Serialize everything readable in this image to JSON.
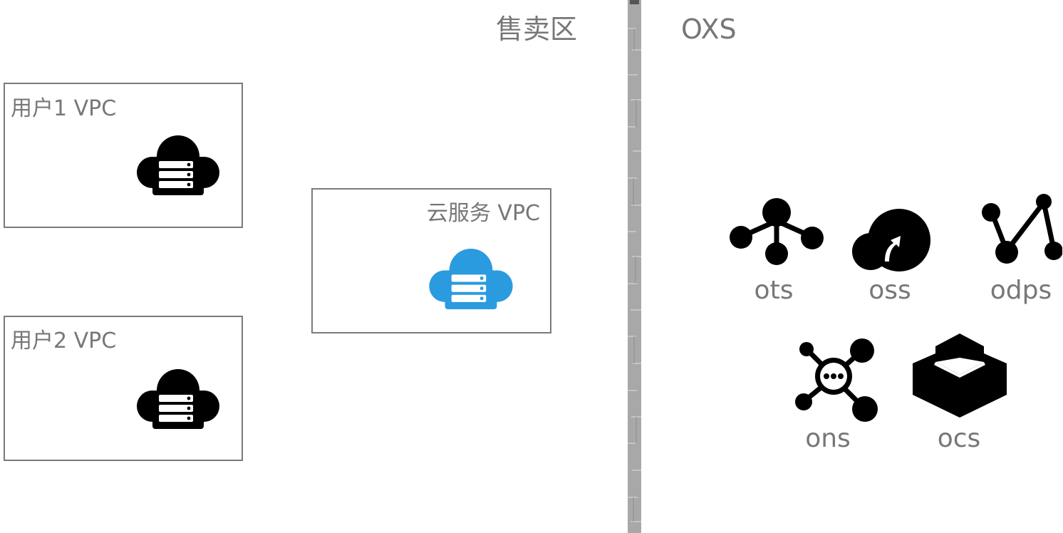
{
  "regions": {
    "sales": "售卖区",
    "oxs": "OXS"
  },
  "vpcs": {
    "user1": "用户1 VPC",
    "user2": "用户2 VPC",
    "cloud_service": "云服务 VPC"
  },
  "services": {
    "ots": "ots",
    "oss": "oss",
    "odps": "odps",
    "ons": "ons",
    "ocs": "ocs"
  },
  "colors": {
    "cloud_user": "#000000",
    "cloud_service": "#2b9be0",
    "box_border": "#7a7a7a",
    "wall": "#a8a8a8"
  },
  "icons": {
    "user_vpc": "cloud-server-icon",
    "service_vpc": "cloud-server-icon",
    "ots": "tree-nodes-icon",
    "oss": "storage-upload-icon",
    "odps": "zigzag-nodes-icon",
    "ons": "message-hub-icon",
    "ocs": "cache-box-icon"
  }
}
